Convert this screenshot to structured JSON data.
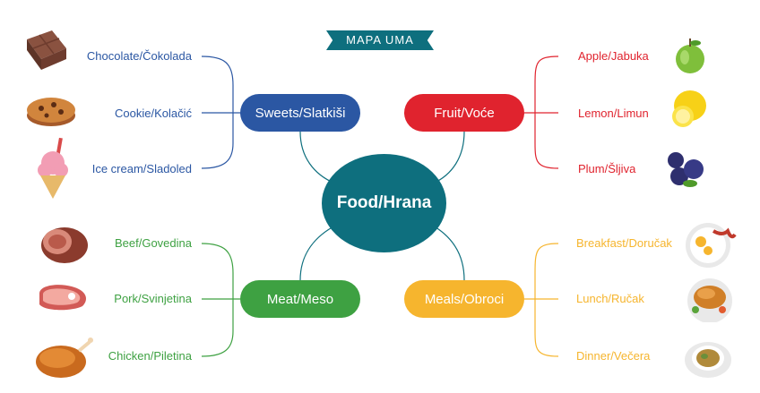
{
  "title": "MAPA UMA",
  "center": "Food/Hrana",
  "colors": {
    "teal": "#0e6f7e",
    "blue": "#2b57a3",
    "red": "#e0232e",
    "green": "#3ea142",
    "orange": "#f6b52e"
  },
  "categories": {
    "sweets": {
      "label": "Sweets/Slatkiši",
      "items": [
        "Chocolate/Čokolada",
        "Cookie/Kolačić",
        "Ice cream/Sladoled"
      ],
      "icons": [
        "chocolate-icon",
        "cookie-icon",
        "ice-cream-icon"
      ]
    },
    "fruit": {
      "label": "Fruit/Voće",
      "items": [
        "Apple/Jabuka",
        "Lemon/Limun",
        "Plum/Šljiva"
      ],
      "icons": [
        "apple-icon",
        "lemon-icon",
        "plum-icon"
      ]
    },
    "meat": {
      "label": "Meat/Meso",
      "items": [
        "Beef/Govedina",
        "Pork/Svinjetina",
        "Chicken/Piletina"
      ],
      "icons": [
        "beef-icon",
        "pork-icon",
        "chicken-icon"
      ]
    },
    "meals": {
      "label": "Meals/Obroci",
      "items": [
        "Breakfast/Doručak",
        "Lunch/Ručak",
        "Dinner/Večera"
      ],
      "icons": [
        "breakfast-icon",
        "lunch-icon",
        "dinner-icon"
      ]
    }
  }
}
